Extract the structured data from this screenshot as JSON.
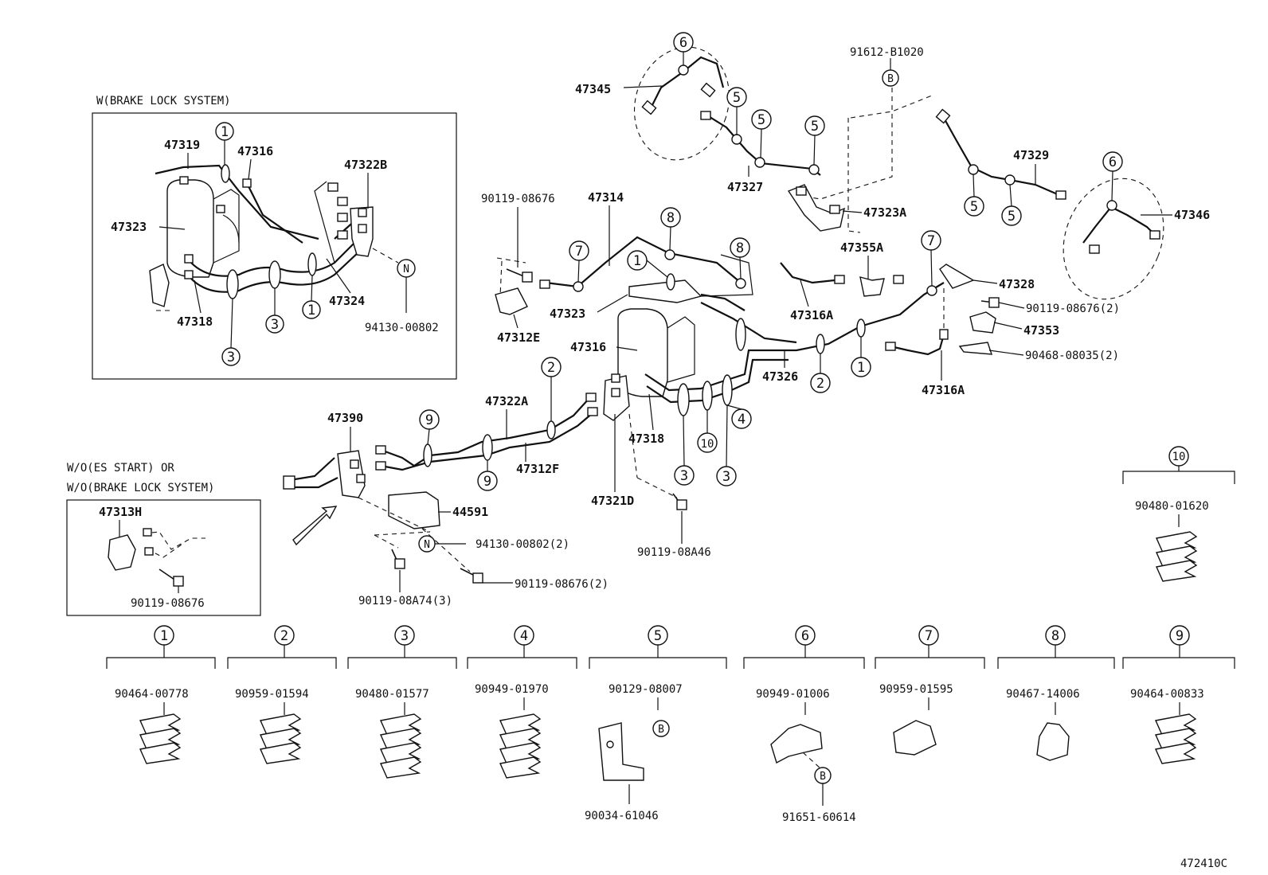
{
  "insets": {
    "brake_lock": {
      "title": "W(BRAKE LOCK SYSTEM)",
      "parts": [
        "47319",
        "47316",
        "47322B",
        "47323",
        "47324",
        "47318",
        "94130-00802"
      ],
      "callouts": [
        "1",
        "1",
        "3",
        "3"
      ],
      "n_letter": "N"
    },
    "wo_es_start": {
      "title_line1": "W/O(ES START)  OR",
      "title_line2": "W/O(BRAKE LOCK SYSTEM)",
      "parts": [
        "47313H",
        "90119-08676"
      ]
    }
  },
  "main": {
    "part_labels": [
      "47345",
      "91612-B1020",
      "47327",
      "47329",
      "47346",
      "47323A",
      "90119-08676",
      "47314",
      "47355A",
      "47328",
      "47323",
      "47316A",
      "90119-08676(2)",
      "47312E",
      "47316",
      "47353",
      "47326",
      "90468-08035(2)",
      "47316A",
      "47322A",
      "47390",
      "47318",
      "47312F",
      "44591",
      "47321D",
      "94130-00802(2)",
      "90119-08A46",
      "90119-08676(2)",
      "90119-08A74(3)"
    ],
    "callouts": [
      "6",
      "5",
      "5",
      "5",
      "6",
      "5",
      "5",
      "7",
      "8",
      "1",
      "8",
      "7",
      "2",
      "1",
      "2",
      "4",
      "9",
      "9",
      "10",
      "3",
      "3"
    ],
    "b_letter": "B",
    "n_letter": "N"
  },
  "clamp_10": {
    "number": "10",
    "part": "90480-01620"
  },
  "clamp_row": [
    {
      "number": "1",
      "part": "90464-00778"
    },
    {
      "number": "2",
      "part": "90959-01594"
    },
    {
      "number": "3",
      "part": "90480-01577"
    },
    {
      "number": "4",
      "part": "90949-01970"
    },
    {
      "number": "5",
      "part": "90129-08007",
      "sub_part": "90034-61046",
      "sub_letter": "B"
    },
    {
      "number": "6",
      "part": "90949-01006",
      "sub_part": "91651-60614",
      "sub_letter": "B"
    },
    {
      "number": "7",
      "part": "90959-01595"
    },
    {
      "number": "8",
      "part": "90467-14006"
    },
    {
      "number": "9",
      "part": "90464-00833"
    }
  ],
  "figure_id": "472410C"
}
